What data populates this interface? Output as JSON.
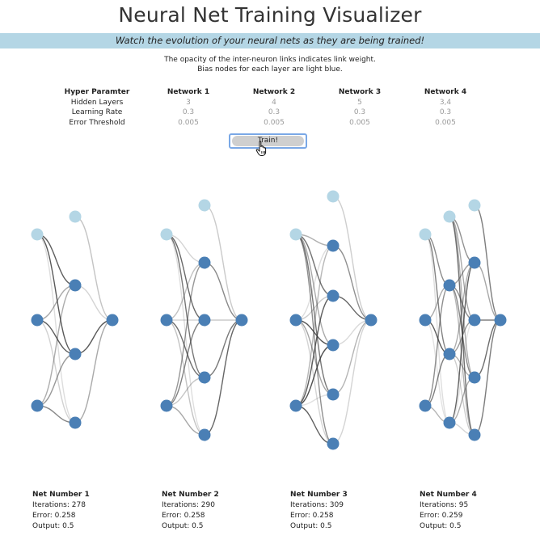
{
  "header": {
    "title": "Neural Net Training Visualizer",
    "subtitle": "Watch the evolution of your neural nets as they are being trained!",
    "desc_line1": "The opacity of the inter-neuron links indicates link weight.",
    "desc_line2": "Bias nodes for each layer are light blue."
  },
  "params": {
    "header_label": "Hyper Paramter",
    "row_labels": [
      "Hidden Layers",
      "Learning Rate",
      "Error Threshold"
    ],
    "networks": [
      {
        "name": "Network 1",
        "hidden_layers": "3",
        "learning_rate": "0.3",
        "error_threshold": "0.005"
      },
      {
        "name": "Network 2",
        "hidden_layers": "4",
        "learning_rate": "0.3",
        "error_threshold": "0.005"
      },
      {
        "name": "Network 3",
        "hidden_layers": "5",
        "learning_rate": "0.3",
        "error_threshold": "0.005"
      },
      {
        "name": "Network 4",
        "hidden_layers": "3,4",
        "learning_rate": "0.3",
        "error_threshold": "0.005"
      }
    ]
  },
  "train_button": {
    "label": "Train!"
  },
  "colors": {
    "banner": "#b4d6e5",
    "node": "#4a7fb5",
    "bias_node": "#b4d6e5",
    "button_border": "#7aa8e6"
  },
  "nets": [
    {
      "label": "Net Number 1",
      "iterations": "Iterations: 278",
      "error": "Error: 0.258",
      "output": "Output: 0.5"
    },
    {
      "label": "Net Number 2",
      "iterations": "Iterations: 290",
      "error": "Error: 0.258",
      "output": "Output: 0.5"
    },
    {
      "label": "Net Number 3",
      "iterations": "Iterations: 309",
      "error": "Error: 0.258",
      "output": "Output: 0.5"
    },
    {
      "label": "Net Number 4",
      "iterations": "Iterations: 95",
      "error": "Error: 0.259",
      "output": "Output: 0.5"
    }
  ]
}
